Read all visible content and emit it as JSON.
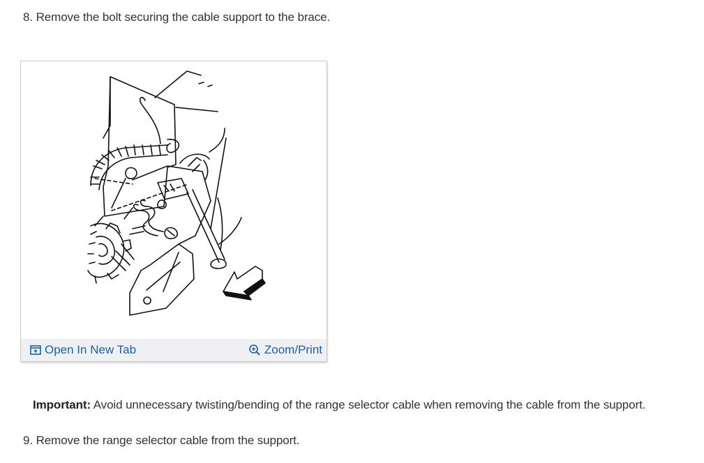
{
  "steps": {
    "step8": "8. Remove the bolt securing the cable support to the brace.",
    "step9": "9. Remove the range selector cable from the support."
  },
  "figure": {
    "open_tab_label": "Open In New Tab",
    "zoom_label": "Zoom/Print",
    "icons": {
      "open_tab": "open-new-tab-icon",
      "zoom": "zoom-in-icon"
    }
  },
  "note": {
    "label": "Important:",
    "text": " Avoid unnecessary twisting/bending of the range selector cable when removing the cable from the support."
  },
  "colors": {
    "link": "#1f5f9e",
    "text": "#333333",
    "footer_bg": "#eef0f3"
  }
}
